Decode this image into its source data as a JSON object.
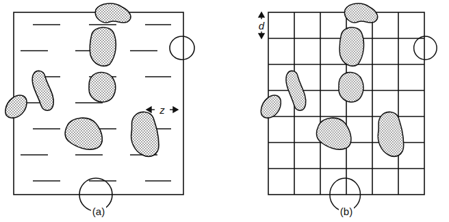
{
  "diagram": {
    "labels": [
      "z",
      "d",
      "(a)",
      "(b)"
    ]
  }
}
